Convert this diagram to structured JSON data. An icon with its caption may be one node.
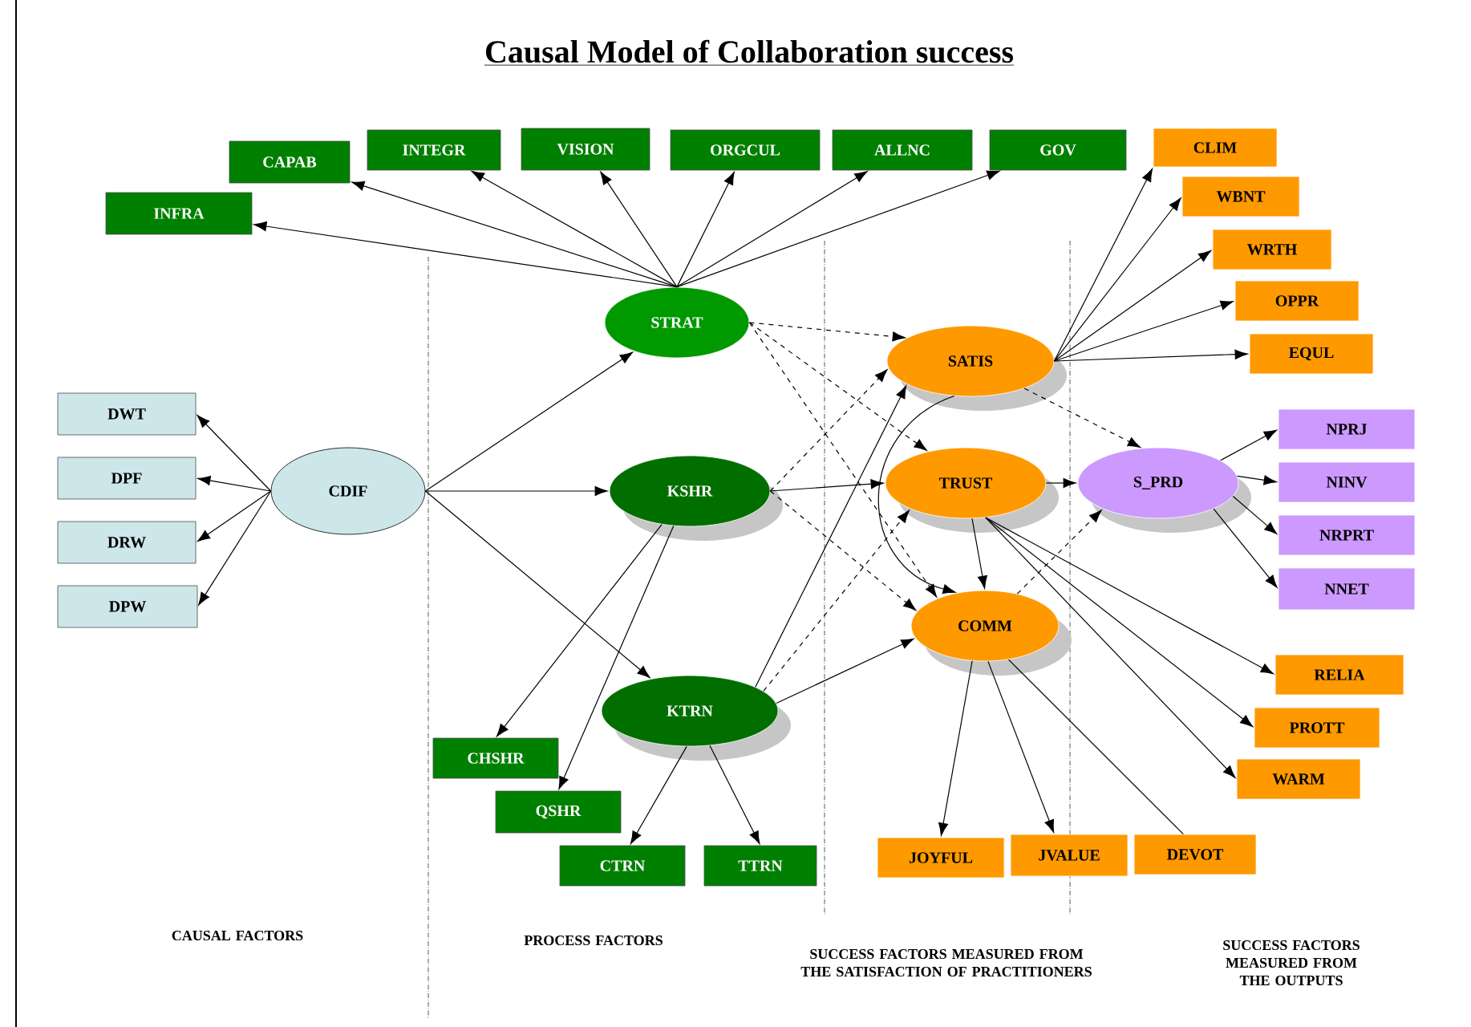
{
  "diagram": {
    "title": "Causal Model of Collaboration success",
    "nodes": [
      {
        "text": [
          "CAPAB"
        ]
      },
      {
        "text": [
          "INTEGR"
        ]
      },
      {
        "text": [
          "VISION"
        ]
      },
      {
        "text": [
          "ORGCUL"
        ]
      },
      {
        "text": [
          "ALLNC"
        ]
      },
      {
        "text": [
          "GOV"
        ]
      },
      {
        "text": [
          "CLIM"
        ]
      },
      {
        "text": [
          "INFRA"
        ]
      },
      {
        "text": [
          "WBNT"
        ]
      },
      {
        "text": [
          "WRTH"
        ]
      },
      {
        "text": [
          "STRAT"
        ]
      },
      {
        "text": [
          "OPPR"
        ]
      },
      {
        "text": [
          "SATIS"
        ]
      },
      {
        "text": [
          "EQUL"
        ]
      },
      {
        "text": [
          "DWT"
        ]
      },
      {
        "text": [
          "NPRJ"
        ]
      },
      {
        "text": [
          "DPF"
        ]
      },
      {
        "text": [
          "CDIF"
        ]
      },
      {
        "text": [
          "KSHR"
        ]
      },
      {
        "text": [
          "TRUST"
        ]
      },
      {
        "text": [
          "S_PRD"
        ]
      },
      {
        "text": [
          "NINV"
        ]
      },
      {
        "text": [
          "DRW"
        ]
      },
      {
        "text": [
          "NRPRT"
        ]
      },
      {
        "text": [
          "NNET"
        ]
      },
      {
        "text": [
          "DPW"
        ]
      },
      {
        "text": [
          "COMM"
        ]
      },
      {
        "text": [
          "RELIA"
        ]
      },
      {
        "text": [
          "KTRN"
        ]
      },
      {
        "text": [
          "PROTT"
        ]
      },
      {
        "text": [
          "CHSHR"
        ]
      },
      {
        "text": [
          "WARM"
        ]
      },
      {
        "text": [
          "QSHR"
        ]
      },
      {
        "text": [
          "CTRN"
        ]
      },
      {
        "text": [
          "TTRN"
        ]
      },
      {
        "text": [
          "JOYFUL"
        ]
      },
      {
        "text": [
          "JVALUE"
        ]
      },
      {
        "text": [
          "DEVOT"
        ]
      }
    ],
    "edges": [
      {
        "from": 10,
        "to": 7,
        "arrow": "to"
      },
      {
        "from": 10,
        "to": 0,
        "arrow": "to"
      },
      {
        "from": 10,
        "to": 1,
        "arrow": "to"
      },
      {
        "from": 10,
        "to": 2,
        "arrow": "to"
      },
      {
        "from": 10,
        "to": 3,
        "arrow": "to"
      },
      {
        "from": 10,
        "to": 4,
        "arrow": "to"
      },
      {
        "from": 10,
        "to": 5,
        "arrow": "to"
      },
      {
        "from": 12,
        "to": 6,
        "arrow": "to"
      },
      {
        "from": 12,
        "to": 8,
        "arrow": "to"
      },
      {
        "from": 12,
        "to": 9,
        "arrow": "to"
      },
      {
        "from": 12,
        "to": 11,
        "arrow": "to"
      },
      {
        "from": 12,
        "to": 13,
        "arrow": "to"
      },
      {
        "from": 17,
        "to": 14,
        "arrow": "to"
      },
      {
        "from": 17,
        "to": 16,
        "arrow": "to"
      },
      {
        "from": 17,
        "to": 22,
        "arrow": "to"
      },
      {
        "from": 17,
        "to": 25,
        "arrow": "to"
      },
      {
        "from": 17,
        "to": 10,
        "arrow": "to"
      },
      {
        "from": 17,
        "to": 18,
        "arrow": "to"
      },
      {
        "from": 17,
        "to": 28,
        "arrow": "to"
      },
      {
        "from": 18,
        "to": 30,
        "arrow": "to"
      },
      {
        "from": 18,
        "to": 32,
        "arrow": "to"
      },
      {
        "from": 28,
        "to": 33,
        "arrow": "to"
      },
      {
        "from": 28,
        "to": 34,
        "arrow": "to"
      },
      {
        "from": 10,
        "to": 12,
        "arrow": "to",
        "style": "dashed"
      },
      {
        "from": 10,
        "to": 19,
        "arrow": "to",
        "style": "dashed"
      },
      {
        "from": 10,
        "to": 26,
        "arrow": "to",
        "style": "dashed"
      },
      {
        "from": 18,
        "to": 12,
        "arrow": "to",
        "style": "dashed"
      },
      {
        "from": 18,
        "to": 19,
        "arrow": "to"
      },
      {
        "from": 18,
        "to": 26,
        "arrow": "to",
        "style": "dashed"
      },
      {
        "from": 28,
        "to": 12,
        "arrow": "to"
      },
      {
        "from": 28,
        "to": 19,
        "arrow": "to",
        "style": "dashed"
      },
      {
        "from": 28,
        "to": 26,
        "arrow": "to"
      },
      {
        "from": 12,
        "to": 26,
        "arrow": "to"
      },
      {
        "from": 19,
        "to": 26,
        "arrow": "to"
      },
      {
        "from": 19,
        "to": 20,
        "arrow": "to"
      },
      {
        "from": 12,
        "to": 20,
        "arrow": "to",
        "style": "dashed"
      },
      {
        "from": 26,
        "to": 20,
        "arrow": "to",
        "style": "dashed"
      },
      {
        "from": 20,
        "to": 15,
        "arrow": "to"
      },
      {
        "from": 20,
        "to": 21,
        "arrow": "to"
      },
      {
        "from": 20,
        "to": 23,
        "arrow": "to"
      },
      {
        "from": 20,
        "to": 24,
        "arrow": "to"
      },
      {
        "from": 19,
        "to": 27,
        "arrow": "to"
      },
      {
        "from": 19,
        "to": 29,
        "arrow": "to"
      },
      {
        "from": 19,
        "to": 31,
        "arrow": "to"
      },
      {
        "from": 26,
        "to": 35,
        "arrow": "to"
      },
      {
        "from": 26,
        "to": 36,
        "arrow": "to"
      },
      {
        "from": 26,
        "to": 37,
        "arrow": "none"
      }
    ],
    "labels": [
      "CAUSAL FACTORS",
      "PROCESS FACTORS",
      "SUCCESS FACTORS MEASURED FROM THE SATISFACTION OF PRACTITIONERS",
      "SUCCESS FACTORS MEASURED FROM THE OUTPUTS"
    ]
  }
}
